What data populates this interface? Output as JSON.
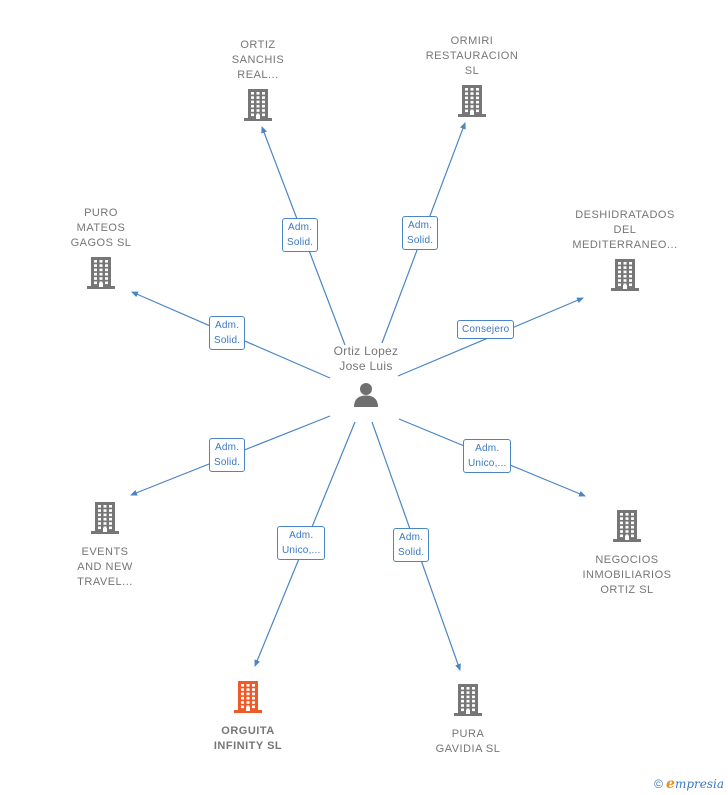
{
  "center": {
    "name": "Ortiz Lopez\nJose Luis",
    "icon": "person-icon"
  },
  "companies": [
    {
      "id": "ortiz-sanchis",
      "label": "ORTIZ\nSANCHIS\nREAL...",
      "icon": "building-icon",
      "color": "#767676"
    },
    {
      "id": "ormiri",
      "label": "ORMIRI\nRESTAURACION\nSL",
      "icon": "building-icon",
      "color": "#767676"
    },
    {
      "id": "puro-mateos",
      "label": "PURO\nMATEOS\nGAGOS  SL",
      "icon": "building-icon",
      "color": "#767676"
    },
    {
      "id": "deshidratados",
      "label": "DESHIDRATADOS\nDEL\nMEDITERRANEO...",
      "icon": "building-icon",
      "color": "#767676"
    },
    {
      "id": "events",
      "label": "EVENTS\nAND NEW\nTRAVEL...",
      "icon": "building-icon",
      "color": "#767676"
    },
    {
      "id": "negocios",
      "label": "NEGOCIOS\nINMOBILIARIOS\nORTIZ  SL",
      "icon": "building-icon",
      "color": "#767676"
    },
    {
      "id": "orguita",
      "label": "ORGUITA\nINFINITY  SL",
      "icon": "building-icon",
      "color": "#f05a28"
    },
    {
      "id": "pura-gavidia",
      "label": "PURA\nGAVIDIA  SL",
      "icon": "building-icon",
      "color": "#767676"
    }
  ],
  "relations": [
    {
      "to": "ortiz-sanchis",
      "role": "Adm.\nSolid."
    },
    {
      "to": "ormiri",
      "role": "Adm.\nSolid."
    },
    {
      "to": "puro-mateos",
      "role": "Adm.\nSolid."
    },
    {
      "to": "deshidratados",
      "role": "Consejero"
    },
    {
      "to": "events",
      "role": "Adm.\nSolid."
    },
    {
      "to": "negocios",
      "role": "Adm.\nUnico,..."
    },
    {
      "to": "orguita",
      "role": "Adm.\nUnico,..."
    },
    {
      "to": "pura-gavidia",
      "role": "Adm.\nSolid."
    }
  ],
  "colors": {
    "edge": "#4a86c5",
    "node_text": "#767676",
    "focus": "#f05a28"
  },
  "footer": {
    "copyright": "©",
    "brand_initial": "e",
    "brand_rest": "mpresia"
  }
}
